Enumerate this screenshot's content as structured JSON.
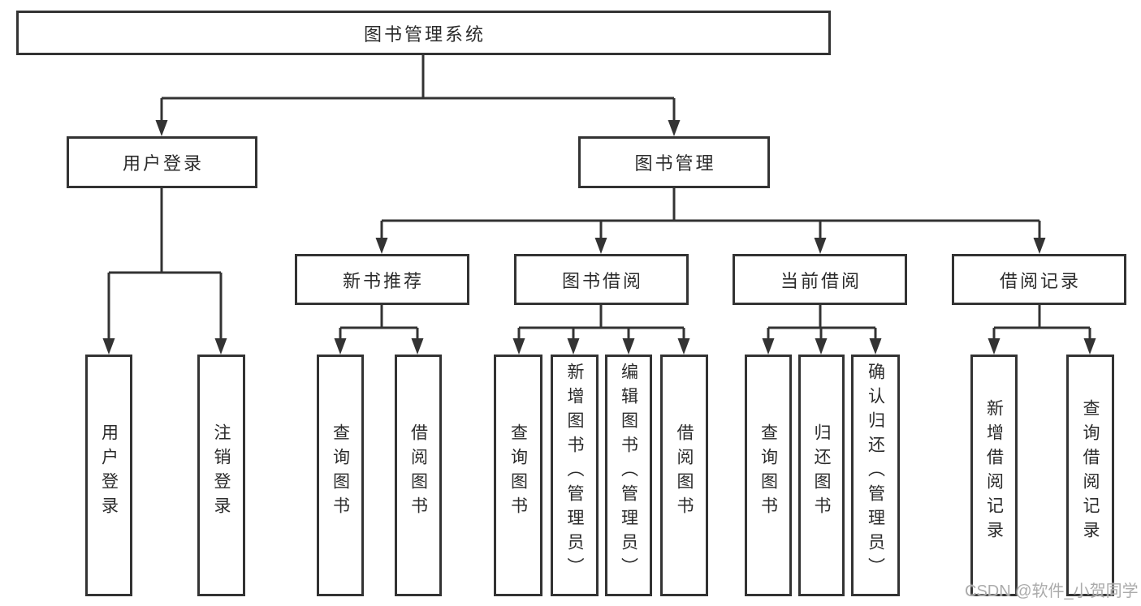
{
  "diagram": {
    "title": "图书管理系统",
    "level2": [
      {
        "label": "用户登录"
      },
      {
        "label": "图书管理"
      }
    ],
    "level3": [
      {
        "label": "新书推荐"
      },
      {
        "label": "图书借阅"
      },
      {
        "label": "当前借阅"
      },
      {
        "label": "借阅记录"
      }
    ],
    "leaves": {
      "user_login": [
        {
          "label": "用户登录"
        },
        {
          "label": "注销登录"
        }
      ],
      "new_book": [
        {
          "label": "查询图书"
        },
        {
          "label": "借阅图书"
        }
      ],
      "book_borrow": [
        {
          "label": "查询图书"
        },
        {
          "label": "新增图书（管理员）"
        },
        {
          "label": "编辑图书（管理员）"
        },
        {
          "label": "借阅图书"
        }
      ],
      "current_borrow": [
        {
          "label": "查询图书"
        },
        {
          "label": "归还图书"
        },
        {
          "label": "确认归还（管理员）"
        }
      ],
      "borrow_records": [
        {
          "label": "新增借阅记录"
        },
        {
          "label": "查询借阅记录"
        }
      ]
    },
    "watermark": "CSDN @软件_小贺同学",
    "colors": {
      "line": "#333333",
      "text": "#2b2b2b",
      "watermark": "#ababab",
      "background": "#ffffff"
    }
  }
}
